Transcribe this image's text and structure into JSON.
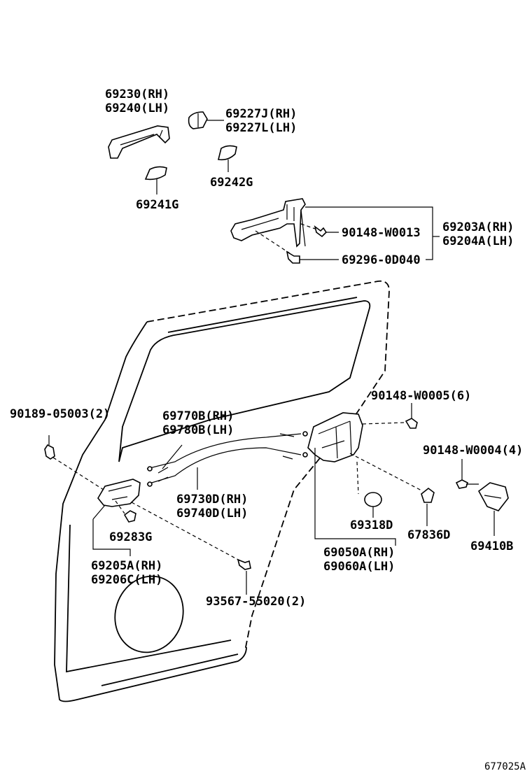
{
  "diagram": {
    "figure_number": "677025A",
    "part_labels": {
      "p69230": "69230(RH)",
      "p69240": "69240(LH)",
      "p69227J": "69227J(RH)",
      "p69227L": "69227L(LH)",
      "p69242G": "69242G",
      "p69241G": "69241G",
      "p90148_W0013": "90148-W0013",
      "p69203A": "69203A(RH)",
      "p69204A": "69204A(LH)",
      "p69296": "69296-0D040",
      "p90148_W0005": "90148-W0005(6)",
      "p90189": "90189-05003(2)",
      "p69770B": "69770B(RH)",
      "p69780B": "69780B(LH)",
      "p90148_W0004": "90148-W0004(4)",
      "p69730D": "69730D(RH)",
      "p69740D": "69740D(LH)",
      "p69318D": "69318D",
      "p67836D": "67836D",
      "p69410B": "69410B",
      "p69283G": "69283G",
      "p69050A": "69050A(RH)",
      "p69060A": "69060A(LH)",
      "p69205A": "69205A(RH)",
      "p69206C": "69206C(LH)",
      "p93567": "93567-55020(2)"
    }
  }
}
